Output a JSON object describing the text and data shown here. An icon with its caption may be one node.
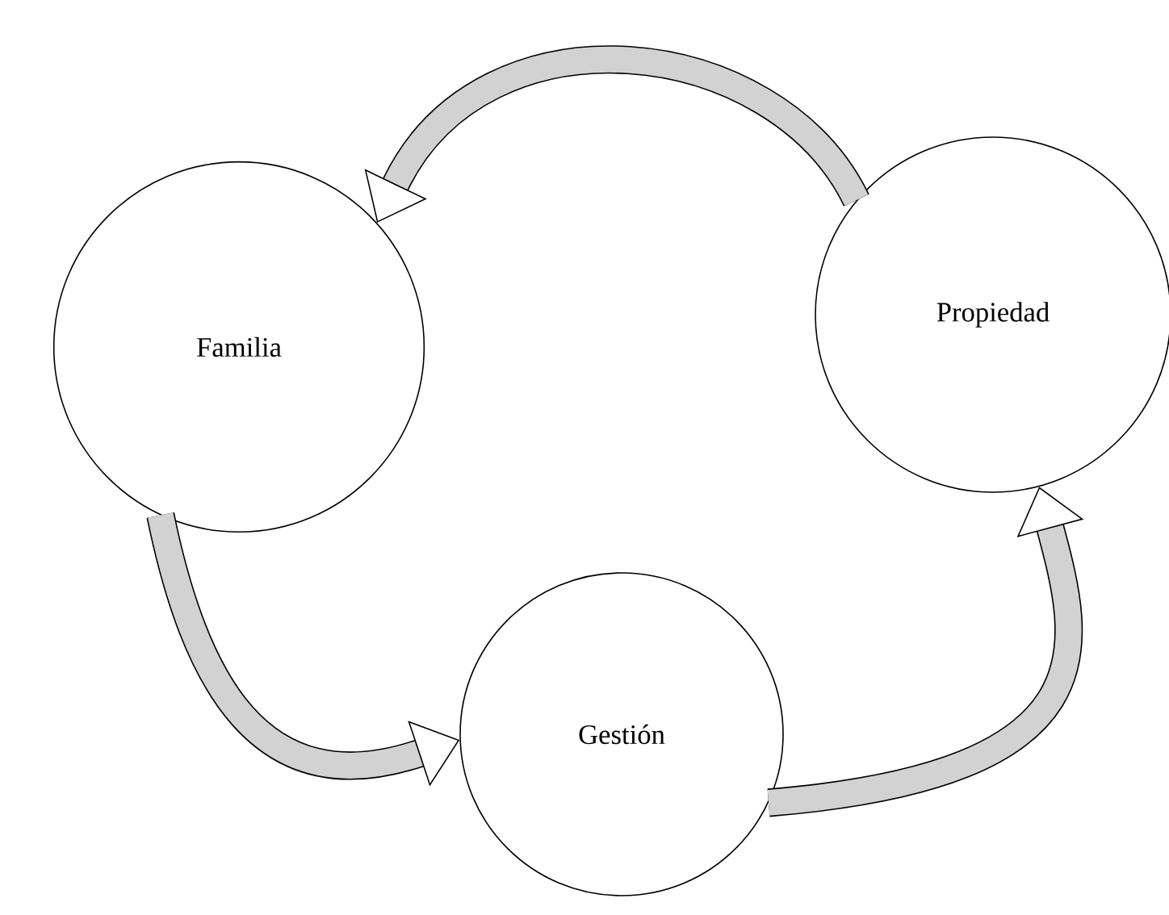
{
  "diagram": {
    "nodes": [
      {
        "text": [
          "Familia"
        ]
      },
      {
        "text": [
          "Propiedad"
        ]
      },
      {
        "text": [
          "Gestión"
        ]
      }
    ],
    "edges": [
      {
        "from": 1,
        "to": 0,
        "arrow": "to"
      },
      {
        "from": 0,
        "to": 2,
        "arrow": "to"
      },
      {
        "from": 2,
        "to": 1,
        "arrow": "to"
      }
    ]
  }
}
